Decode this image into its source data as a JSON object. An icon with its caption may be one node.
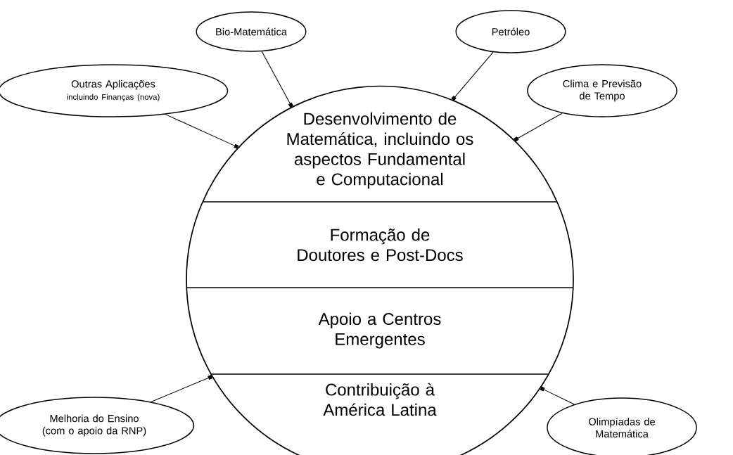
{
  "diagram": {
    "nodes": [
      {
        "text": [],
        "shape": "circle"
      },
      {
        "text": [
          "Desenvolvimento de Matemática, incluindo os aspectos Fundamental e Computacional"
        ],
        "in": 0
      },
      {
        "text": [
          "Formação de Doutores e Post-Docs"
        ],
        "in": 0
      },
      {
        "text": [
          "Apoio a Centros Emergentes"
        ],
        "in": 0
      },
      {
        "text": [
          "Contribuição à América Latina"
        ],
        "in": 0
      },
      {
        "text": [
          "Bio-Matemática"
        ]
      },
      {
        "text": [
          "Petróleo"
        ]
      },
      {
        "text": [
          "Outras Aplicações",
          "incluindo Finanças (nova)"
        ]
      },
      {
        "text": [
          "Clima e Previsão de Tempo"
        ]
      },
      {
        "text": [
          "Melhoria do Ensino (com o apoio da RNP)"
        ]
      },
      {
        "text": [
          "Olimpíadas de Matemática"
        ]
      }
    ],
    "edges": [
      {
        "from": 5,
        "to": 0,
        "arrow": "other"
      },
      {
        "from": 6,
        "to": 0,
        "arrow": "other"
      },
      {
        "from": 7,
        "to": 0,
        "arrow": "other"
      },
      {
        "from": 8,
        "to": 0,
        "arrow": "other"
      },
      {
        "from": 9,
        "to": 0,
        "arrow": "other"
      },
      {
        "from": 10,
        "to": 0,
        "arrow": "other"
      }
    ]
  }
}
